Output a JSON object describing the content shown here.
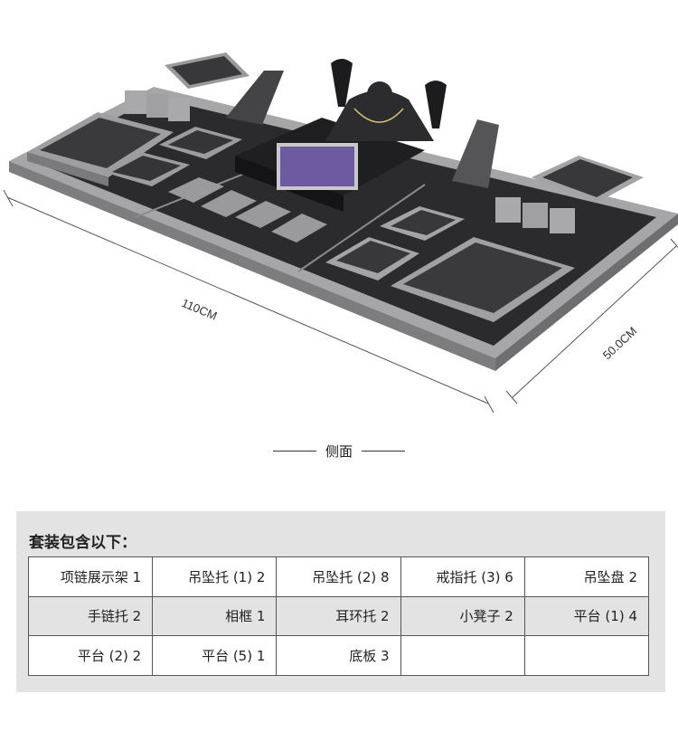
{
  "dimensions": {
    "length": "110CM",
    "depth": "50.0CM"
  },
  "view_caption": "侧面",
  "set": {
    "title": "套装包含以下：",
    "items": [
      "项链展示架 1",
      "吊坠托 (1) 2",
      "吊坠托 (2) 8",
      "戒指托 (3) 6",
      "吊坠盘 2",
      "手链托 2",
      "相框 1",
      "耳环托 2",
      "小凳子 2",
      "平台 (1) 4",
      "平台 (2) 2",
      "平台 (5) 1",
      "底板 3",
      "",
      ""
    ]
  },
  "colors": {
    "panel_bg": "#e3e3e3",
    "board_silver": "#9a9a9c",
    "board_black": "#2b2b2d"
  }
}
